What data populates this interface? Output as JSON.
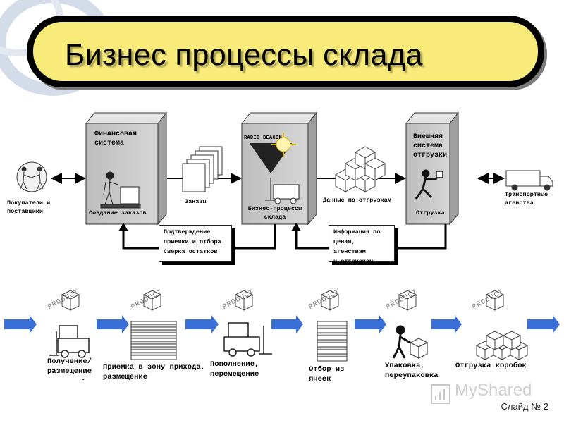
{
  "title": "Бизнес процессы склада",
  "top_flow": {
    "buyers_label": "Покупатели и поставщики",
    "financial": {
      "title": "Финансовая система",
      "caption": "Создание заказов"
    },
    "orders_label": "Заказы",
    "radio_beacon": "RADIO BEACON",
    "business_process": "Бизнес-процессы склада",
    "shipping_data": "Данные по отгрузкам",
    "external": {
      "title": "Внешняя система отгрузки",
      "caption": "Отгрузка"
    },
    "transport": "Транспортные агенства",
    "note_left": [
      "Подтверждение",
      "приемки и отбора.",
      "Сверка остатков"
    ],
    "note_right": [
      "Информация по",
      "ценам, агенствам",
      "и отгрузкам"
    ]
  },
  "bottom_flow": {
    "product_text": "PRODUCT",
    "steps": [
      {
        "label": "Получение/ размещение",
        "dot": "."
      },
      {
        "label": "Приемка в зону прихода, размещение"
      },
      {
        "label": "Пополнение, перемещение"
      },
      {
        "label": "Отбор из ячеек"
      },
      {
        "label": "Упаковка, переупаковка"
      },
      {
        "label": "Отгрузка коробок"
      }
    ]
  },
  "watermark": "MyShared",
  "slide_label": "Слайд № 2",
  "colors": {
    "banner": "#f9eb7a",
    "arrow_blue": "#3a6fd8",
    "box_gray": "#c8c8c8"
  }
}
